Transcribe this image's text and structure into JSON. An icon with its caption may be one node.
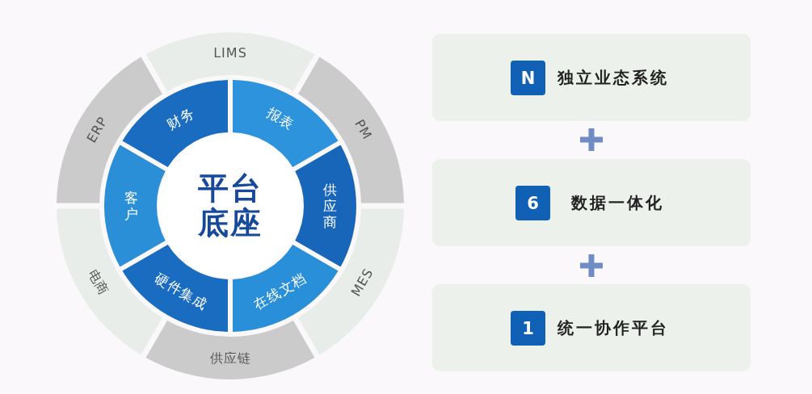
{
  "diagram": {
    "nodes": [
      {
        "text": [
          "平台底座"
        ]
      },
      {
        "text": [
          "财务"
        ]
      },
      {
        "text": [
          "报表"
        ]
      },
      {
        "text": [
          "供应商"
        ]
      },
      {
        "text": [
          "在线文档"
        ]
      },
      {
        "text": [
          "硬件集成"
        ]
      },
      {
        "text": [
          "客户"
        ]
      },
      {
        "text": [
          "LIMS"
        ]
      },
      {
        "text": [
          "PM"
        ]
      },
      {
        "text": [
          "MES"
        ]
      },
      {
        "text": [
          "供应链"
        ]
      },
      {
        "text": [
          "电商"
        ]
      },
      {
        "text": [
          "ERP"
        ]
      },
      {
        "text": [
          "独立业态系统"
        ]
      },
      {
        "text": [
          "N"
        ],
        "in": 13
      },
      {
        "text": [
          "数据一体化"
        ]
      },
      {
        "text": [
          "6"
        ],
        "in": 15
      },
      {
        "text": [
          "统一协作平台"
        ]
      },
      {
        "text": [
          "1"
        ],
        "in": 17
      }
    ]
  }
}
